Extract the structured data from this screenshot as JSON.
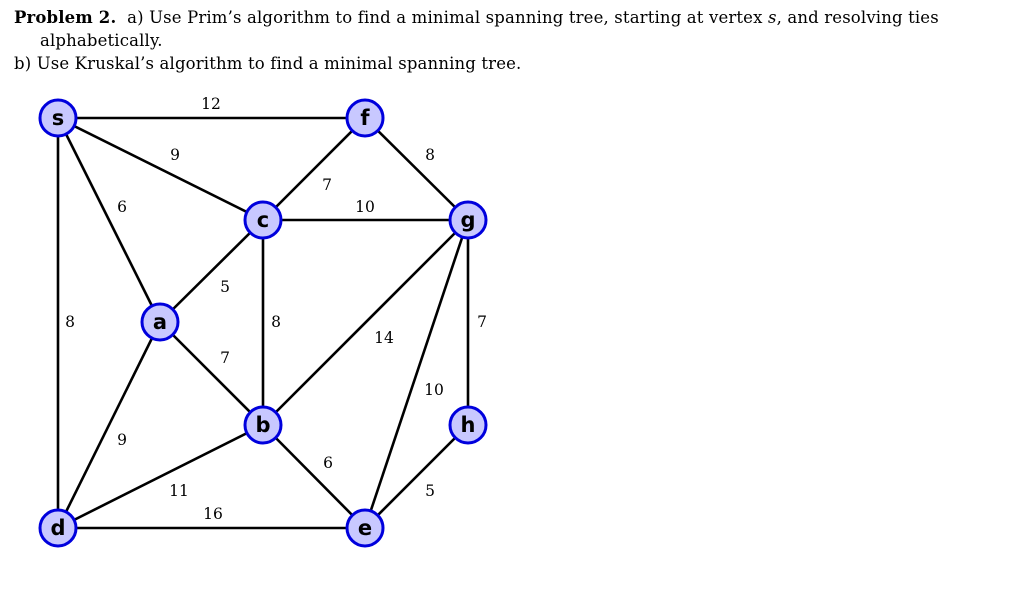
{
  "problem": {
    "title": "Problem 2.",
    "part_a_start": "a) Use Prim’s algorithm to find a minimal spanning tree, starting at vertex ",
    "part_a_var": "s",
    "part_a_end": ", and resolving ties",
    "part_a_cont": "alphabetically.",
    "part_b": "b) Use Kruskal’s algorithm to find a minimal spanning tree."
  },
  "graph": {
    "colors": {
      "node_fill": "#c8c8ff",
      "node_stroke": "#0000dd",
      "edge": "#000000"
    },
    "nodes": [
      {
        "id": "s",
        "label": "s"
      },
      {
        "id": "f",
        "label": "f"
      },
      {
        "id": "c",
        "label": "c"
      },
      {
        "id": "g",
        "label": "g"
      },
      {
        "id": "a",
        "label": "a"
      },
      {
        "id": "b",
        "label": "b"
      },
      {
        "id": "h",
        "label": "h"
      },
      {
        "id": "d",
        "label": "d"
      },
      {
        "id": "e",
        "label": "e"
      }
    ],
    "edges": [
      {
        "from": "s",
        "to": "f",
        "weight": "12"
      },
      {
        "from": "s",
        "to": "c",
        "weight": "9"
      },
      {
        "from": "s",
        "to": "a",
        "weight": "6"
      },
      {
        "from": "s",
        "to": "d",
        "weight": "8"
      },
      {
        "from": "f",
        "to": "c",
        "weight": "7"
      },
      {
        "from": "f",
        "to": "g",
        "weight": "8"
      },
      {
        "from": "c",
        "to": "g",
        "weight": "10"
      },
      {
        "from": "c",
        "to": "a",
        "weight": "5"
      },
      {
        "from": "c",
        "to": "b",
        "weight": "8"
      },
      {
        "from": "g",
        "to": "b",
        "weight": "14"
      },
      {
        "from": "g",
        "to": "h",
        "weight": "7"
      },
      {
        "from": "g",
        "to": "e",
        "weight": "10"
      },
      {
        "from": "a",
        "to": "b",
        "weight": "7"
      },
      {
        "from": "a",
        "to": "d",
        "weight": "9"
      },
      {
        "from": "b",
        "to": "d",
        "weight": "11"
      },
      {
        "from": "b",
        "to": "e",
        "weight": "6"
      },
      {
        "from": "h",
        "to": "e",
        "weight": "5"
      },
      {
        "from": "d",
        "to": "e",
        "weight": "16"
      }
    ]
  }
}
